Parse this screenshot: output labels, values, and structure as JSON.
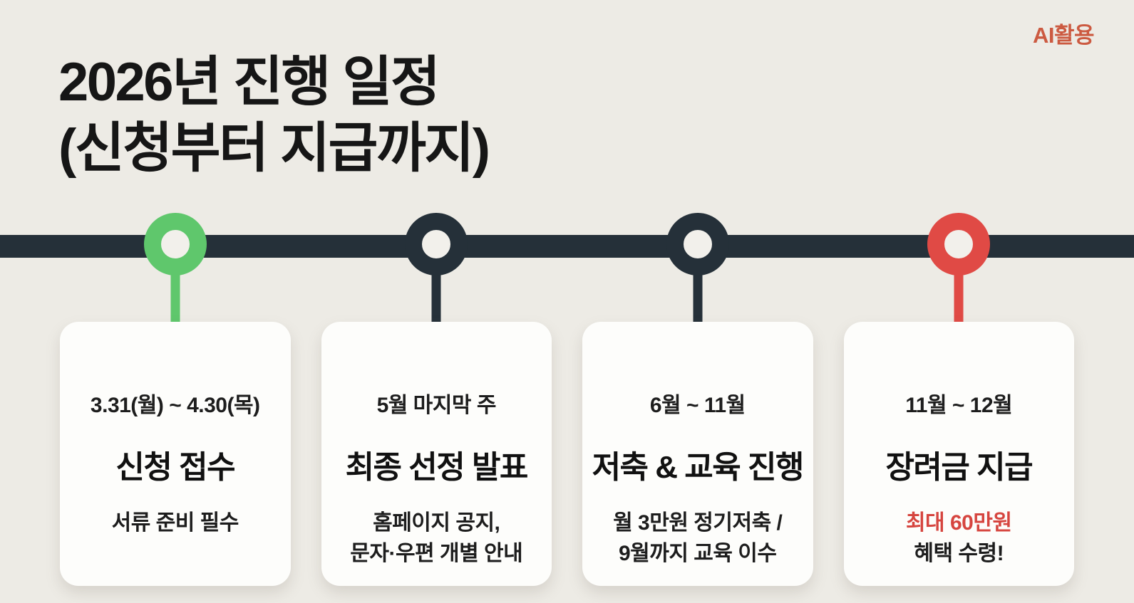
{
  "badge": "AI활용",
  "title": {
    "line1": "2026년 진행 일정",
    "line2": "(신청부터 지급까지)"
  },
  "colors": {
    "background": "#EDEBE5",
    "timeline_bar": "#253039",
    "node_green": "#5FC76C",
    "node_dark": "#253039",
    "node_red": "#E04A45",
    "card_background": "#FDFDFB",
    "text_dark": "#1B1B1B",
    "emphasis_red": "#D6453F",
    "badge_color": "#CC5A41"
  },
  "timeline": {
    "steps": [
      {
        "node_color": "green",
        "date": "3.31(월) ~ 4.30(목)",
        "title": "신청 접수",
        "desc_lines": [
          {
            "text": "서류 준비 필수"
          }
        ]
      },
      {
        "node_color": "dark",
        "date": "5월 마지막 주",
        "title": "최종 선정 발표",
        "desc_lines": [
          {
            "text": "홈페이지 공지,"
          },
          {
            "text": "문자·우편 개별 안내"
          }
        ]
      },
      {
        "node_color": "dark",
        "date": "6월 ~ 11월",
        "title": "저축 & 교육 진행",
        "desc_lines": [
          {
            "text": "월 3만원 정기저축 /"
          },
          {
            "text": "9월까지 교육 이수"
          }
        ]
      },
      {
        "node_color": "red",
        "date": "11월 ~ 12월",
        "title": "장려금 지급",
        "desc_lines": [
          {
            "text": "최대 60만원",
            "emphasis": true
          },
          {
            "text": "혜택 수령!"
          }
        ]
      }
    ]
  }
}
